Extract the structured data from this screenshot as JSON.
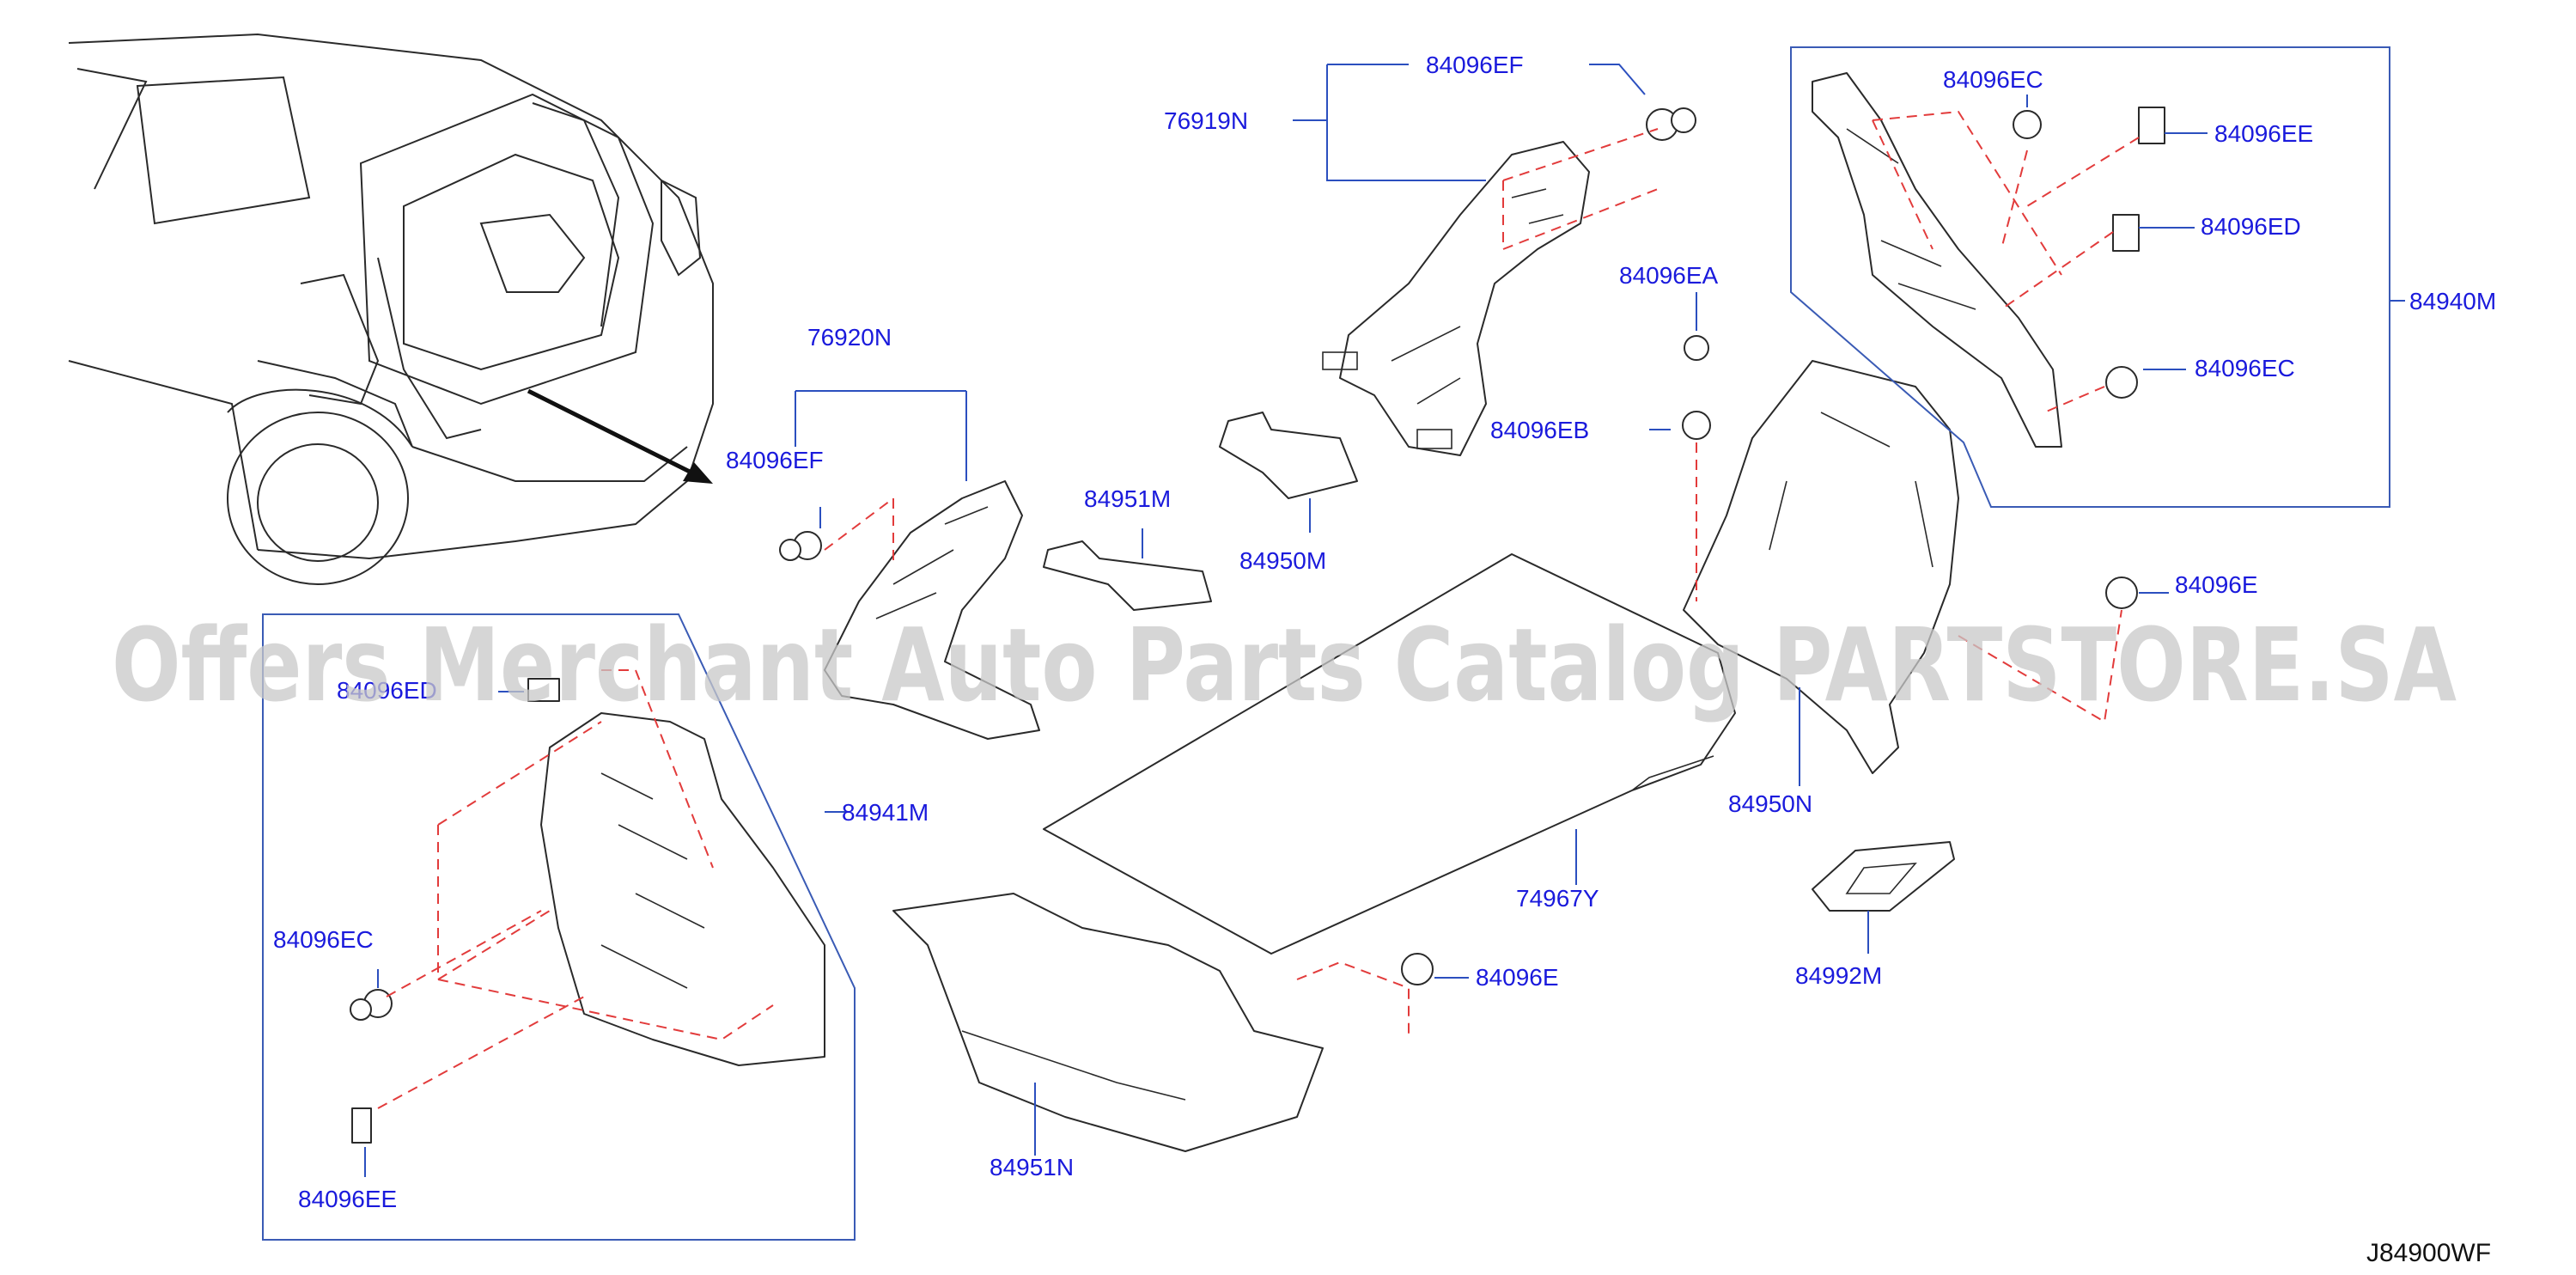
{
  "diagram_code": "J84900WF",
  "watermark": "Offers Merchant Auto Parts Catalog PARTSTORE.SA",
  "parts": {
    "p76919N": "76919N",
    "p84096EF_top": "84096EF",
    "p84096EC_box": "84096EC",
    "p84096EE_box": "84096EE",
    "p84096ED_box": "84096ED",
    "p84096EC_box2": "84096EC",
    "p84940M": "84940M",
    "p84096EA": "84096EA",
    "p84096EB": "84096EB",
    "p76920N": "76920N",
    "p84096EF_left": "84096EF",
    "p84951M": "84951M",
    "p84950M": "84950M",
    "p84096E_right": "84096E",
    "p84096ED_left": "84096ED",
    "p84941M": "84941M",
    "p74967Y": "74967Y",
    "p84950N": "84950N",
    "p84096EC_left": "84096EC",
    "p84096E_mid": "84096E",
    "p84992M": "84992M",
    "p84951N": "84951N",
    "p84096EE_left": "84096EE"
  }
}
